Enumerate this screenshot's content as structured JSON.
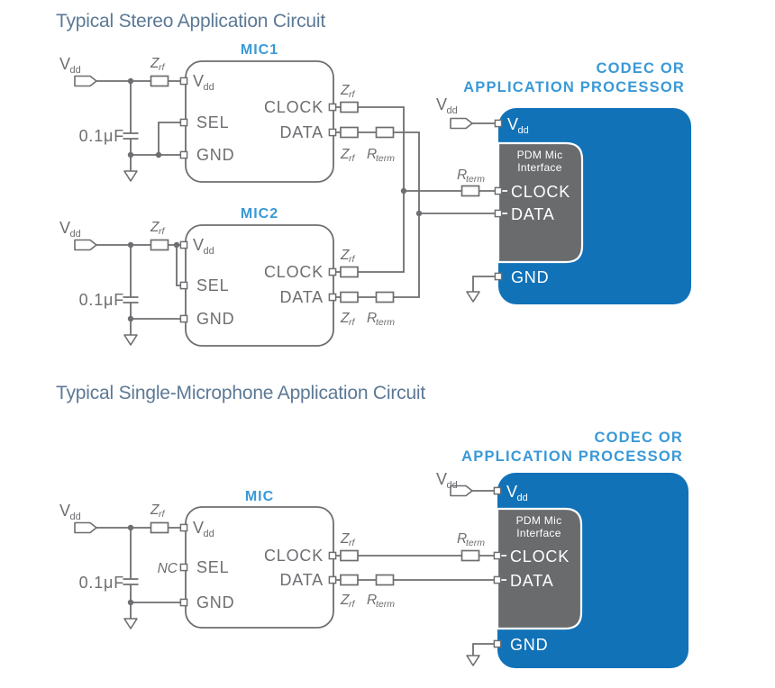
{
  "colors": {
    "background": "#ffffff",
    "title_text": "#5c7995",
    "accent_blue": "#3a99d6",
    "block_blue": "#1172b8",
    "block_gray": "#6a6b6d",
    "line_gray": "#6d6e71"
  },
  "text": {
    "title_stereo": "Typical Stereo Application Circuit",
    "title_single": "Typical Single-Microphone Application Circuit",
    "mic1": "MIC1",
    "mic2": "MIC2",
    "mic": "MIC",
    "codec_line1": "CODEC OR",
    "codec_line2": "APPLICATION PROCESSOR",
    "pdm_line1": "PDM Mic",
    "pdm_line2": "Interface",
    "vdd_main": "V",
    "vdd_sub": "dd",
    "sel": "SEL",
    "gnd": "GND",
    "clock": "CLOCK",
    "data": "DATA",
    "zrf_main": "Z",
    "zrf_sub": "rf",
    "rterm_main": "R",
    "rterm_sub": "term",
    "cap_value": "0.1μF",
    "nc": "NC"
  }
}
